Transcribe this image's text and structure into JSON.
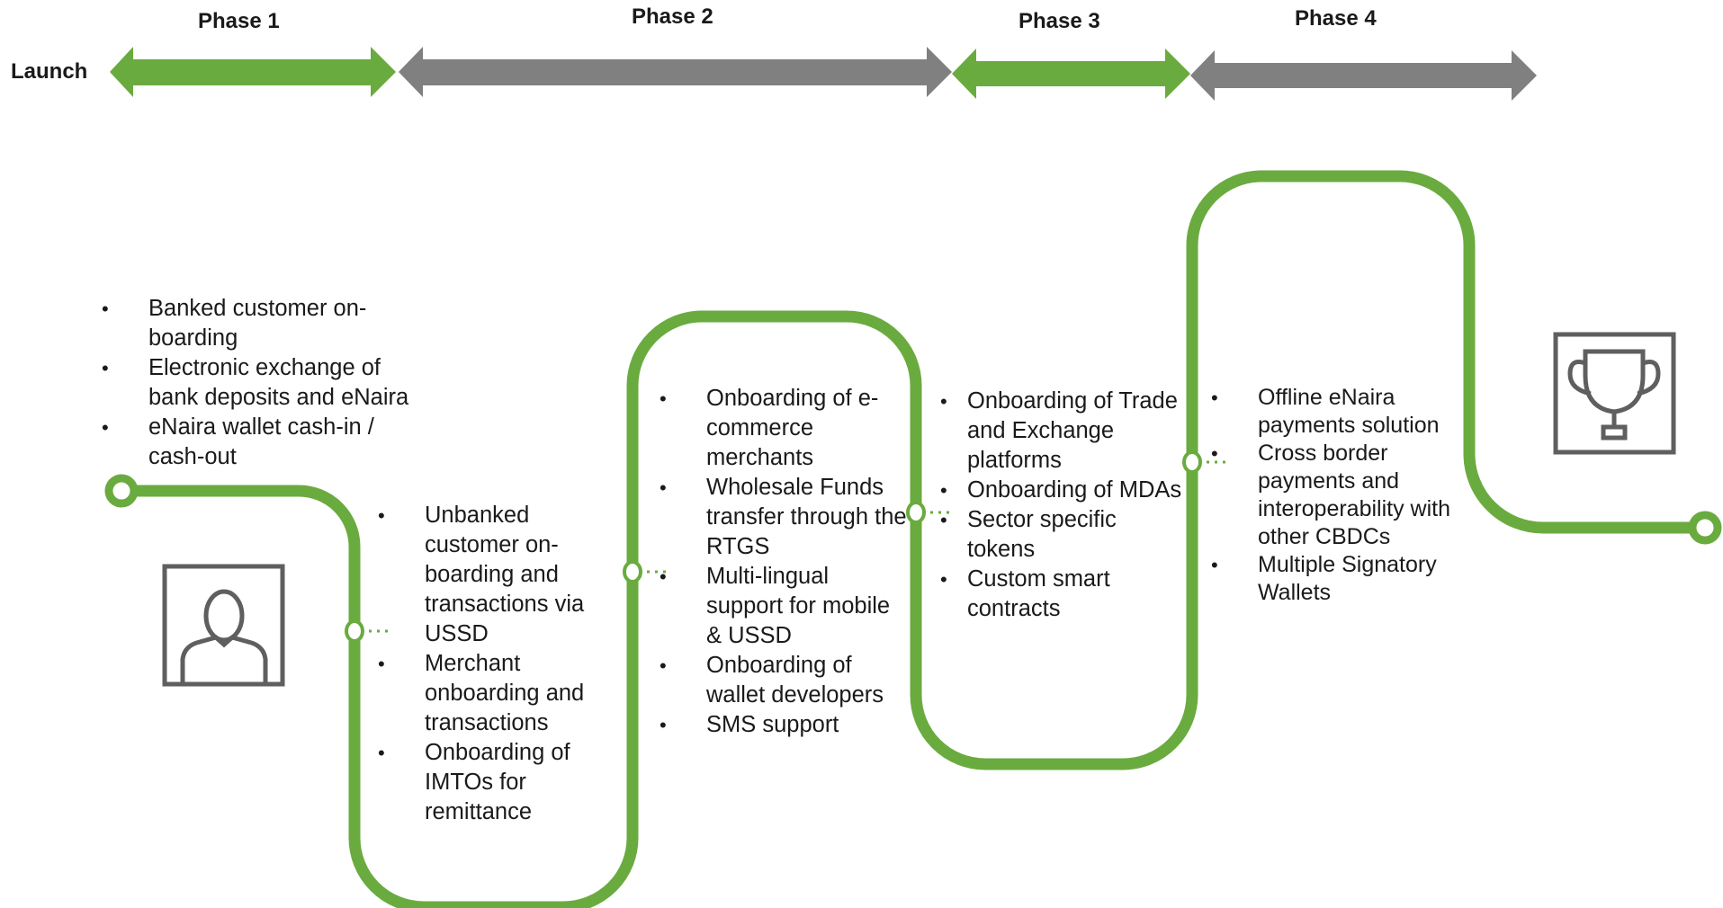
{
  "launch_label": "Launch",
  "phases": [
    {
      "label": "Phase 1"
    },
    {
      "label": "Phase 2"
    },
    {
      "label": "Phase 3"
    },
    {
      "label": "Phase 4"
    }
  ],
  "colors": {
    "green": "#6aab3f",
    "gray": "#808080",
    "dots": "#6aab3f",
    "icon": "#5f5f5f"
  },
  "icons": [
    "person-icon",
    "trophy-icon"
  ],
  "blocks": {
    "launch": [
      "Banked customer on-boarding",
      "Electronic exchange of bank deposits and eNaira",
      "eNaira wallet cash-in / cash-out"
    ],
    "phase1": [
      "Unbanked customer on-boarding and transactions via USSD",
      "Merchant onboarding and transactions",
      "Onboarding of IMTOs for remittance"
    ],
    "phase2": [
      "Onboarding of e-commerce merchants",
      "Wholesale Funds transfer through the RTGS",
      "Multi-lingual support for mobile & USSD",
      "Onboarding of wallet developers",
      "SMS support"
    ],
    "phase3": [
      "Onboarding of Trade and Exchange platforms",
      "Onboarding of MDAs",
      "Sector specific tokens",
      "Custom smart contracts"
    ],
    "phase4": [
      "Offline eNaira payments solution",
      "Cross border payments and interoperability with other CBDCs",
      "Multiple Signatory Wallets"
    ]
  }
}
